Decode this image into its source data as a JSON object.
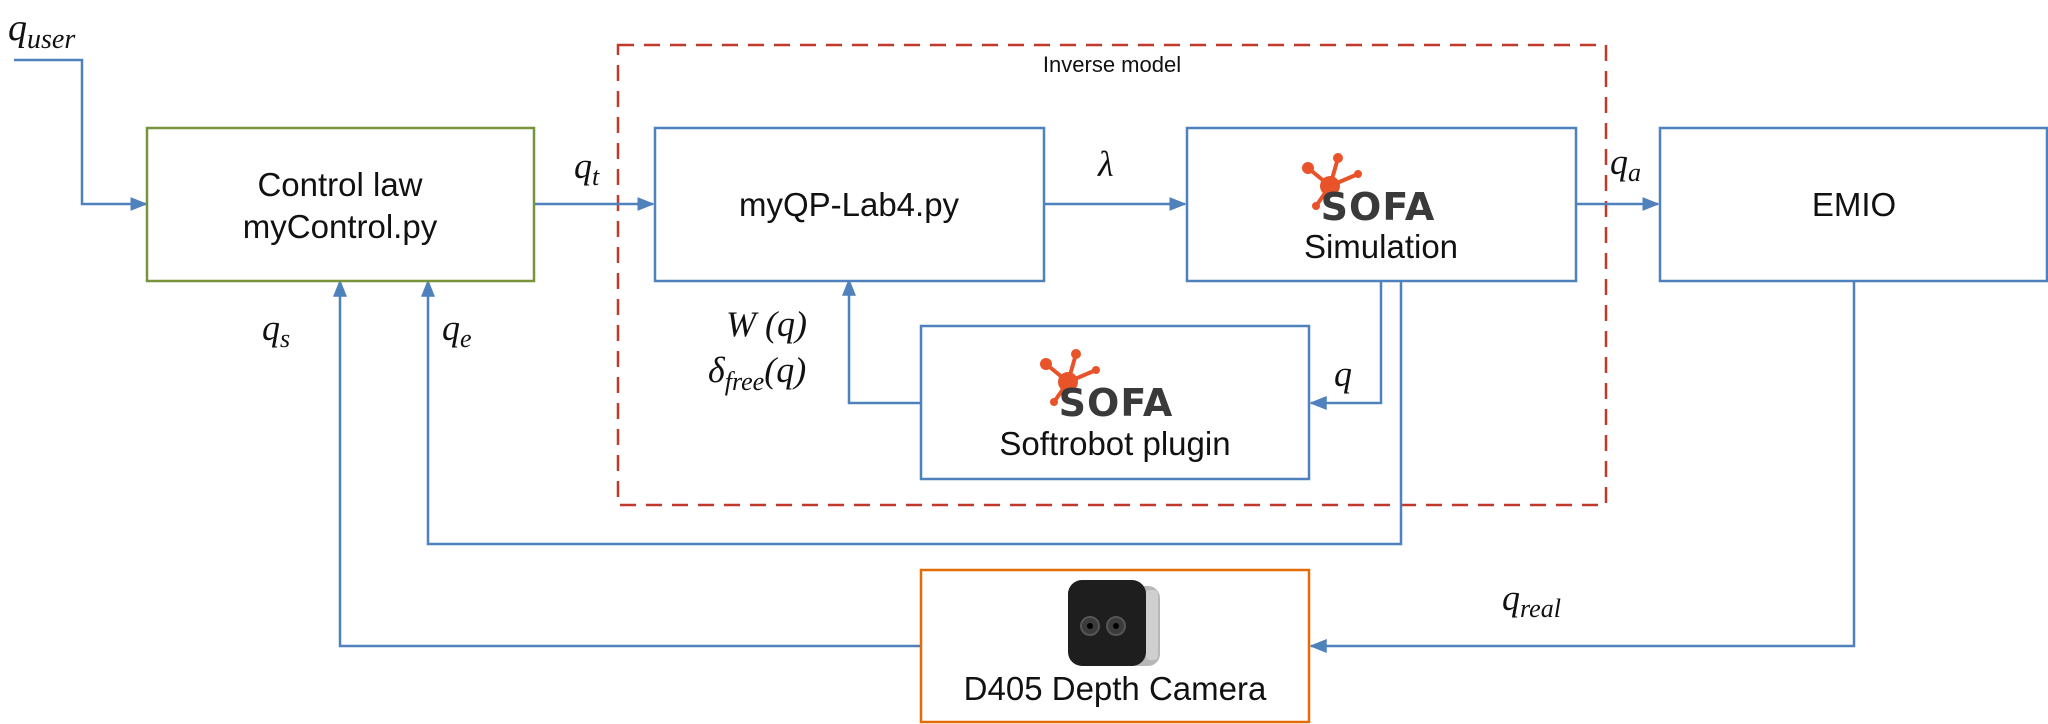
{
  "colors": {
    "wire": "#4f81bd",
    "control_border": "#77933c",
    "inverse_dash": "#c0392b",
    "camera_border": "#e36c09",
    "sofa_accent": "#e8532a",
    "sofa_text": "#3a3a3a"
  },
  "inverse_model": {
    "label": "Inverse model"
  },
  "blocks": {
    "control": {
      "line1": "Control law",
      "line2": "myControl.py"
    },
    "qp": {
      "label": "myQP-Lab4.py"
    },
    "simulation": {
      "logo_word": "SOFA",
      "label": "Simulation"
    },
    "softrobot": {
      "logo_word": "SOFA",
      "label": "Softrobot plugin"
    },
    "emio": {
      "label": "EMIO"
    },
    "camera": {
      "label": "D405 Depth Camera"
    }
  },
  "signals": {
    "q_user": {
      "base": "q",
      "sub": "user"
    },
    "q_t": {
      "base": "q",
      "sub": "t"
    },
    "lambda": {
      "base": "λ",
      "sub": ""
    },
    "q_a": {
      "base": "q",
      "sub": "a"
    },
    "q_s": {
      "base": "q",
      "sub": "s"
    },
    "q_e": {
      "base": "q",
      "sub": "e"
    },
    "q": {
      "base": "q",
      "sub": ""
    },
    "W": {
      "text": "W (q)"
    },
    "delta": {
      "base": "δ",
      "sub": "free",
      "tail": "(q)"
    },
    "q_real": {
      "base": "q",
      "sub": "real"
    }
  },
  "icons": [
    "sofa-logo-icon",
    "depth-camera-icon"
  ]
}
